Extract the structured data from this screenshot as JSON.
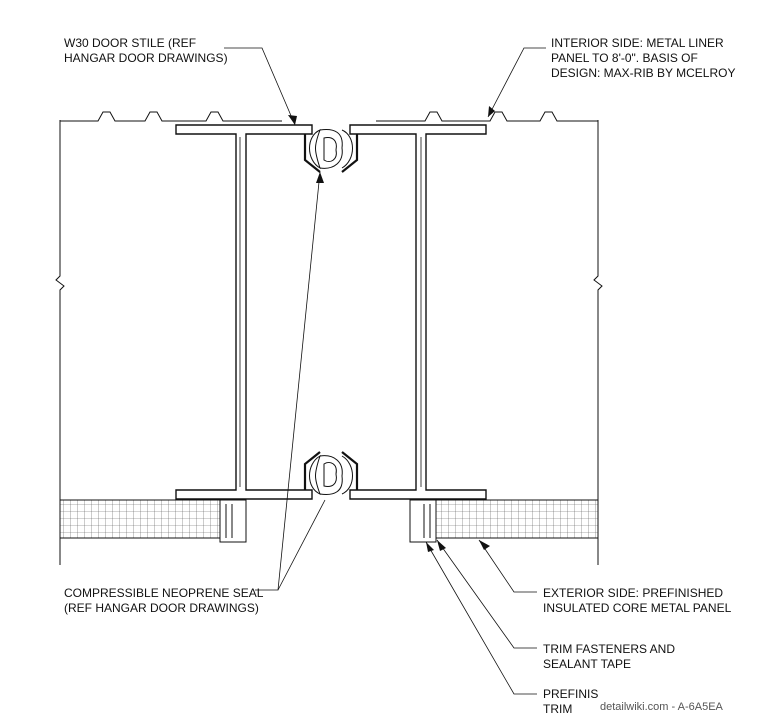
{
  "labels": {
    "stile": [
      "W30 DOOR STILE (REF",
      "HANGAR DOOR DRAWINGS)"
    ],
    "interior": [
      "INTERIOR SIDE: METAL LINER",
      "PANEL TO 8'-0\". BASIS OF",
      "DESIGN: MAX-RIB BY MCELROY"
    ],
    "seal": [
      "COMPRESSIBLE NEOPRENE SEAL",
      "(REF HANGAR DOOR DRAWINGS)"
    ],
    "exterior": [
      "EXTERIOR SIDE: PREFINISHED",
      "INSULATED CORE METAL PANEL"
    ],
    "fasteners": [
      "TRIM FASTENERS AND",
      "SEALANT TAPE"
    ],
    "trim": [
      "PREFINIS",
      "TRIM"
    ]
  },
  "watermark": "detailwiki.com - A-6A5EA",
  "colors": {
    "line": "#111111",
    "paper": "#ffffff",
    "insulation": "#555555"
  }
}
